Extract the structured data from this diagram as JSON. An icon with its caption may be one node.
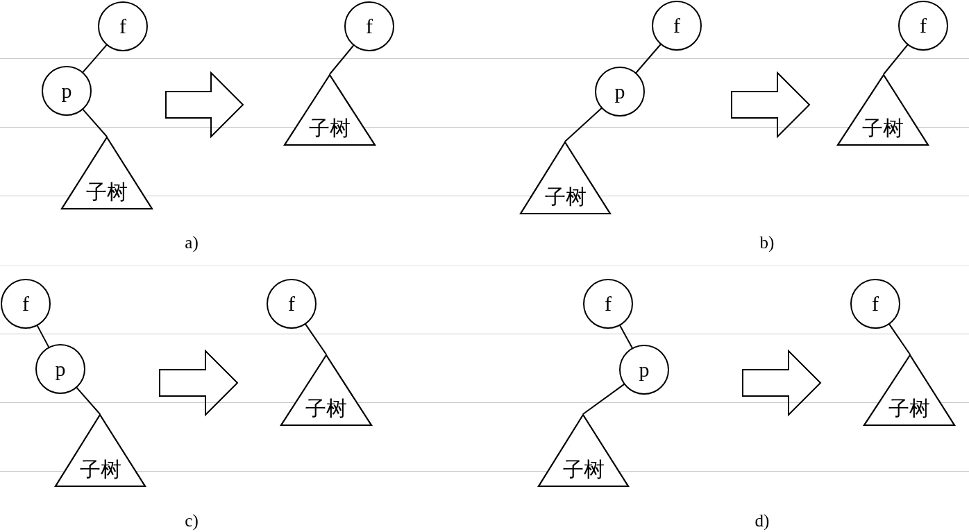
{
  "diagram": {
    "nodes": [
      {
        "text": [
          "f"
        ]
      },
      {
        "text": [
          "p"
        ]
      },
      {
        "text": [
          "子树"
        ]
      },
      {
        "text": [
          "f"
        ]
      },
      {
        "text": [
          "子树"
        ]
      },
      {
        "text": [
          "f"
        ]
      },
      {
        "text": [
          "p"
        ]
      },
      {
        "text": [
          "子树"
        ]
      },
      {
        "text": [
          "f"
        ]
      },
      {
        "text": [
          "子树"
        ]
      },
      {
        "text": [
          "f"
        ]
      },
      {
        "text": [
          "p"
        ]
      },
      {
        "text": [
          "子树"
        ]
      },
      {
        "text": [
          "f"
        ]
      },
      {
        "text": [
          "子树"
        ]
      },
      {
        "text": [
          "f"
        ]
      },
      {
        "text": [
          "p"
        ]
      },
      {
        "text": [
          "子树"
        ]
      },
      {
        "text": [
          "f"
        ]
      },
      {
        "text": [
          "子树"
        ]
      }
    ],
    "edges": [
      {
        "from": 0,
        "to": 1,
        "arrow": "none"
      },
      {
        "from": 1,
        "to": 2,
        "arrow": "none"
      },
      {
        "from": 3,
        "to": 4,
        "arrow": "none"
      },
      {
        "from": 5,
        "to": 6,
        "arrow": "none"
      },
      {
        "from": 6,
        "to": 7,
        "arrow": "none"
      },
      {
        "from": 8,
        "to": 9,
        "arrow": "none"
      },
      {
        "from": 10,
        "to": 11,
        "arrow": "none"
      },
      {
        "from": 11,
        "to": 12,
        "arrow": "none"
      },
      {
        "from": 13,
        "to": 14,
        "arrow": "none"
      },
      {
        "from": 15,
        "to": 16,
        "arrow": "none"
      },
      {
        "from": 16,
        "to": 17,
        "arrow": "none"
      },
      {
        "from": 18,
        "to": 19,
        "arrow": "none"
      }
    ],
    "labels": [
      "a)",
      "b)",
      "c)",
      "d)"
    ]
  }
}
